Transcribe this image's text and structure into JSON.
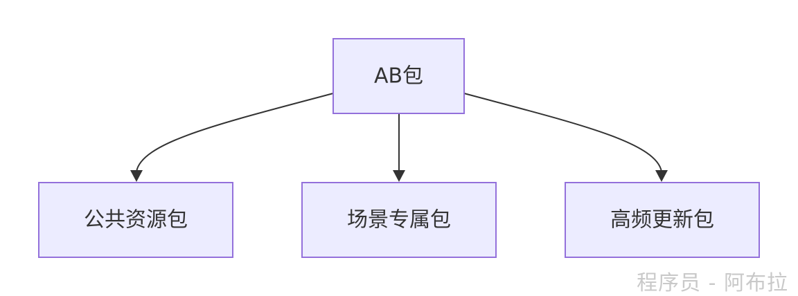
{
  "diagram": {
    "root": {
      "label": "AB包"
    },
    "children": [
      {
        "label": "公共资源包"
      },
      {
        "label": "场景专属包"
      },
      {
        "label": "高频更新包"
      }
    ],
    "colors": {
      "node_fill": "#ECECFF",
      "node_border": "#9370DB",
      "edge": "#333333",
      "text": "#333333"
    }
  },
  "watermark": {
    "text": "程序员 - 阿布拉"
  }
}
